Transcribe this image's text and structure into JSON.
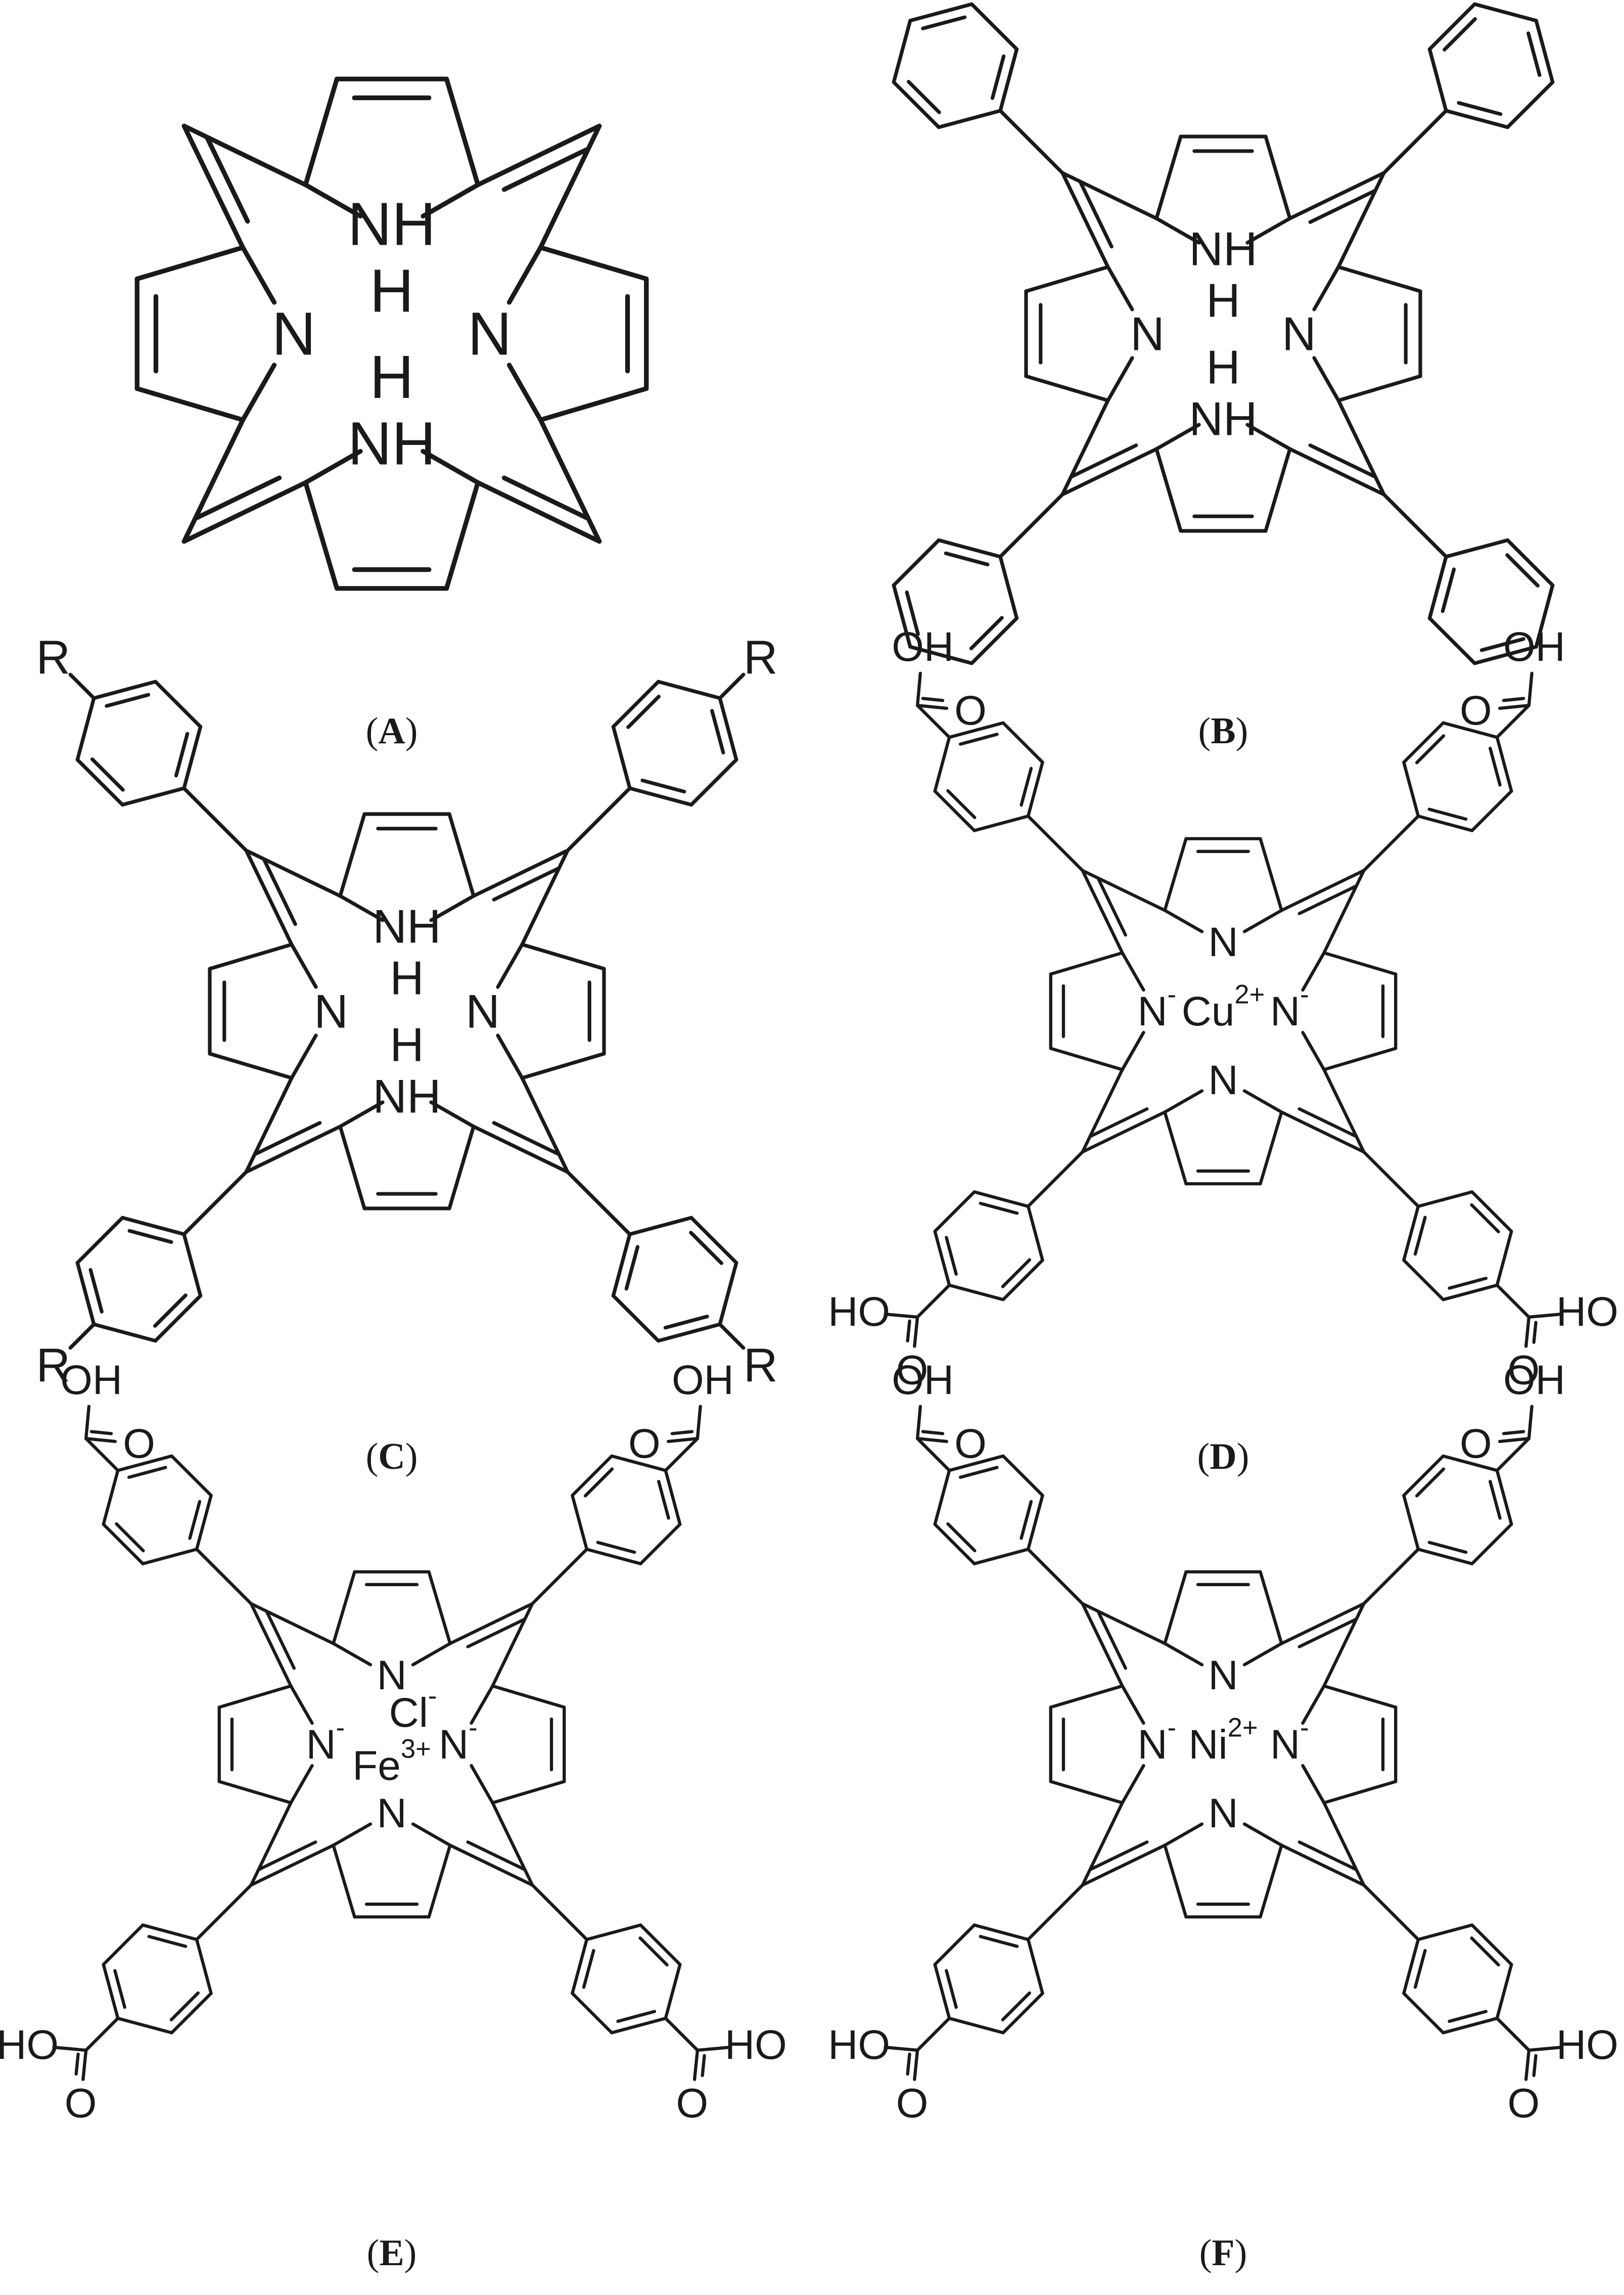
{
  "panels": [
    {
      "id": "A",
      "caption": {
        "open": "(",
        "letter": "A",
        "close": ")"
      },
      "atoms": {
        "nh_top": "NH",
        "h_top": "H",
        "n_left": "N",
        "n_right": "N",
        "nh_bottom": "NH",
        "h_bottom": "H"
      }
    },
    {
      "id": "B",
      "caption": {
        "open": "(",
        "letter": "B",
        "close": ")"
      },
      "atoms": {
        "nh_top": "NH",
        "h_top": "H",
        "n_left": "N",
        "n_right": "N",
        "nh_bottom": "NH",
        "h_bottom": "H"
      }
    },
    {
      "id": "C",
      "caption": {
        "open": "(",
        "letter": "C",
        "close": ")"
      },
      "atoms": {
        "nh_top": "NH",
        "h_top": "H",
        "n_left": "N",
        "n_right": "N",
        "nh_bottom": "NH",
        "h_bottom": "H",
        "r_tl": "R",
        "r_tr": "R",
        "r_bl": "R",
        "r_br": "R"
      }
    },
    {
      "id": "D",
      "caption": {
        "open": "(",
        "letter": "D",
        "close": ")"
      },
      "metal": {
        "symbol": "Cu",
        "charge": "2+"
      },
      "atoms": {
        "n_top": "N",
        "n_bottom": "N",
        "n_left": "N",
        "n_right": "N",
        "minus": "-",
        "oh_tl": "OH",
        "o_tl": "O",
        "oh_tr": "OH",
        "o_tr": "O",
        "ho_bl": "HO",
        "o_bl": "O",
        "ho_br": "HO",
        "o_br": "O"
      }
    },
    {
      "id": "E",
      "caption": {
        "open": "(",
        "letter": "E",
        "close": ")"
      },
      "metal": {
        "symbol": "Fe",
        "charge": "3+"
      },
      "counterion": {
        "symbol": "Cl",
        "charge": "-"
      },
      "atoms": {
        "n_top": "N",
        "n_bottom": "N",
        "n_left": "N",
        "n_right": "N",
        "minus": "-",
        "oh_tl": "OH",
        "o_tl": "O",
        "oh_tr": "OH",
        "o_tr": "O",
        "ho_bl": "HO",
        "o_bl": "O",
        "ho_br": "HO",
        "o_br": "O"
      }
    },
    {
      "id": "F",
      "caption": {
        "open": "(",
        "letter": "F",
        "close": ")"
      },
      "metal": {
        "symbol": "Ni",
        "charge": "2+"
      },
      "atoms": {
        "n_top": "N",
        "n_bottom": "N",
        "n_left": "N",
        "n_right": "N",
        "minus": "-",
        "oh_tl": "OH",
        "o_tl": "O",
        "oh_tr": "OH",
        "o_tr": "O",
        "ho_bl": "HO",
        "o_bl": "O",
        "ho_br": "HO",
        "o_br": "O"
      }
    }
  ]
}
